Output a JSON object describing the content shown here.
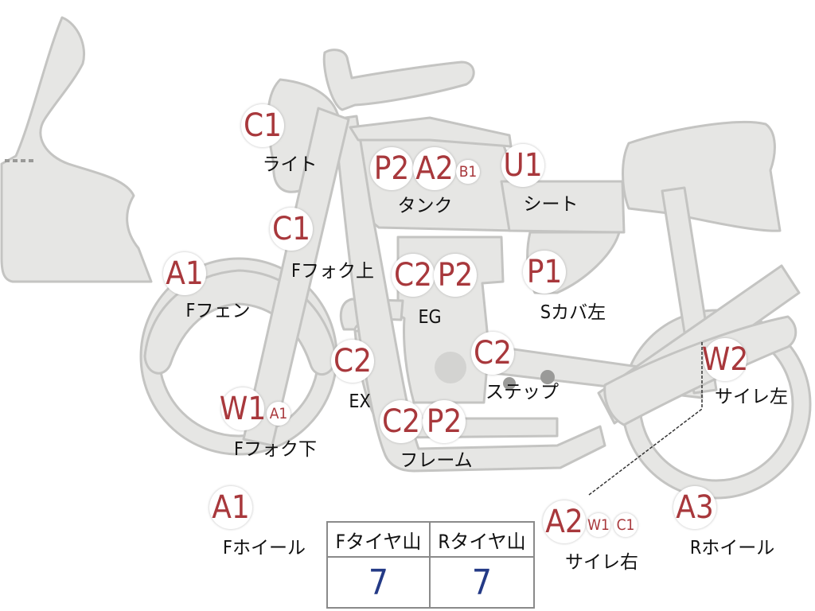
{
  "parts": [
    {
      "id": "light",
      "label": "ライト",
      "codes": [
        "C1"
      ]
    },
    {
      "id": "tank",
      "label": "タンク",
      "codes": [
        "P2",
        "A2",
        "B1"
      ]
    },
    {
      "id": "seat",
      "label": "シート",
      "codes": [
        "U1"
      ]
    },
    {
      "id": "f-fork-upper",
      "label": "Fフォク上",
      "codes": [
        "C1"
      ]
    },
    {
      "id": "f-fender",
      "label": "Fフェン",
      "codes": [
        "A1"
      ]
    },
    {
      "id": "engine",
      "label": "EG",
      "codes": [
        "C2",
        "P2"
      ]
    },
    {
      "id": "s-cover-left",
      "label": "Sカバ左",
      "codes": [
        "P1"
      ]
    },
    {
      "id": "exhaust",
      "label": "EX",
      "codes": [
        "C2"
      ]
    },
    {
      "id": "step",
      "label": "ステップ",
      "codes": [
        "C2"
      ]
    },
    {
      "id": "f-fork-lower",
      "label": "Fフォク下",
      "codes": [
        "W1",
        "A1"
      ]
    },
    {
      "id": "frame",
      "label": "フレーム",
      "codes": [
        "C2",
        "P2"
      ]
    },
    {
      "id": "silencer-left",
      "label": "サイレ左",
      "codes": [
        "W2"
      ]
    },
    {
      "id": "f-wheel",
      "label": "Fホイール",
      "codes": [
        "A1"
      ]
    },
    {
      "id": "silencer-right",
      "label": "サイレ右",
      "codes": [
        "A2",
        "W1",
        "C1"
      ]
    },
    {
      "id": "r-wheel",
      "label": "Rホイール",
      "codes": [
        "A3"
      ]
    }
  ],
  "tires": {
    "front_label": "Fタイヤ山",
    "rear_label": "Rタイヤ山",
    "front_value": "7",
    "rear_value": "7"
  },
  "colors": {
    "badge_text": "#a8383c",
    "part_fill": "#e6e6e4",
    "part_stroke": "#c4c4c2",
    "tire_value": "#243a86"
  }
}
